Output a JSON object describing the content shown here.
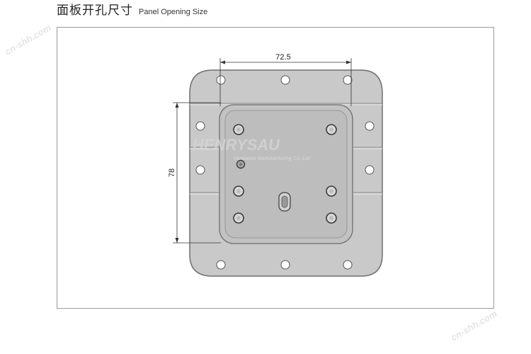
{
  "heading": {
    "title_cn": "面板开孔尺寸",
    "title_en": "Panel Opening Size"
  },
  "dimensions": {
    "width": "72.5",
    "height": "78"
  },
  "watermark": {
    "brand": "HENRYSAU",
    "tagline": "Hardware Manufacturing Co.,Ltd",
    "site": "cn-shh.com"
  },
  "colors": {
    "plate": "#c9c9c9",
    "plate_edge": "#6f6f6f",
    "recess": "#bdbdbd",
    "dimension_line": "#333333"
  }
}
